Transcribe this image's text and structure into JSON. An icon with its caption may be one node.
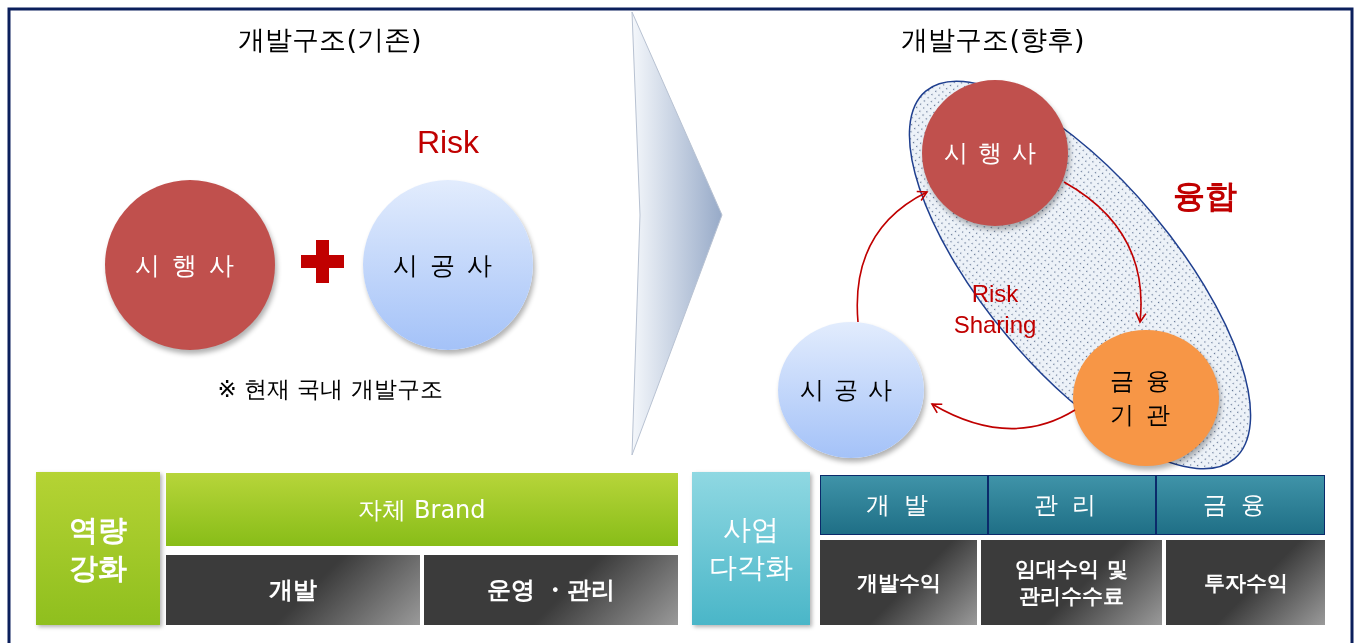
{
  "diagram": {
    "nodes": [
      {
        "text": [
          "시행사"
        ]
      },
      {
        "text": [
          "시공사"
        ],
        "beside": [
          "Risk"
        ]
      },
      {
        "text": [
          "융합"
        ]
      },
      {
        "text": [
          "시행사"
        ],
        "in": 2
      },
      {
        "text": [
          "금융 기관"
        ],
        "in": 2
      },
      {
        "text": [
          "시공사"
        ]
      },
      {
        "text": [
          "역량 강화"
        ]
      },
      {
        "text": [
          "자체 Brand"
        ]
      },
      {
        "text": [
          "개발"
        ]
      },
      {
        "text": [
          "운영 ・관리"
        ]
      },
      {
        "text": [
          "사업 다각화"
        ]
      },
      {
        "text": [
          "개발"
        ]
      },
      {
        "text": [
          "관리"
        ]
      },
      {
        "text": [
          "금융"
        ]
      },
      {
        "text": [
          "개발수익"
        ]
      },
      {
        "text": [
          "임대수익 및 관리수수료"
        ]
      },
      {
        "text": [
          "투자수익"
        ]
      }
    ],
    "edges": [
      {
        "from": 3,
        "to": 4,
        "arrow": "to"
      },
      {
        "from": 4,
        "to": 5,
        "arrow": "to"
      },
      {
        "from": 5,
        "to": 3,
        "arrow": "to"
      }
    ],
    "labels": [
      "개발구조(기존)",
      "※ 현재 국내 개발구조",
      "개발구조(향후)",
      "Risk Sharing"
    ]
  }
}
